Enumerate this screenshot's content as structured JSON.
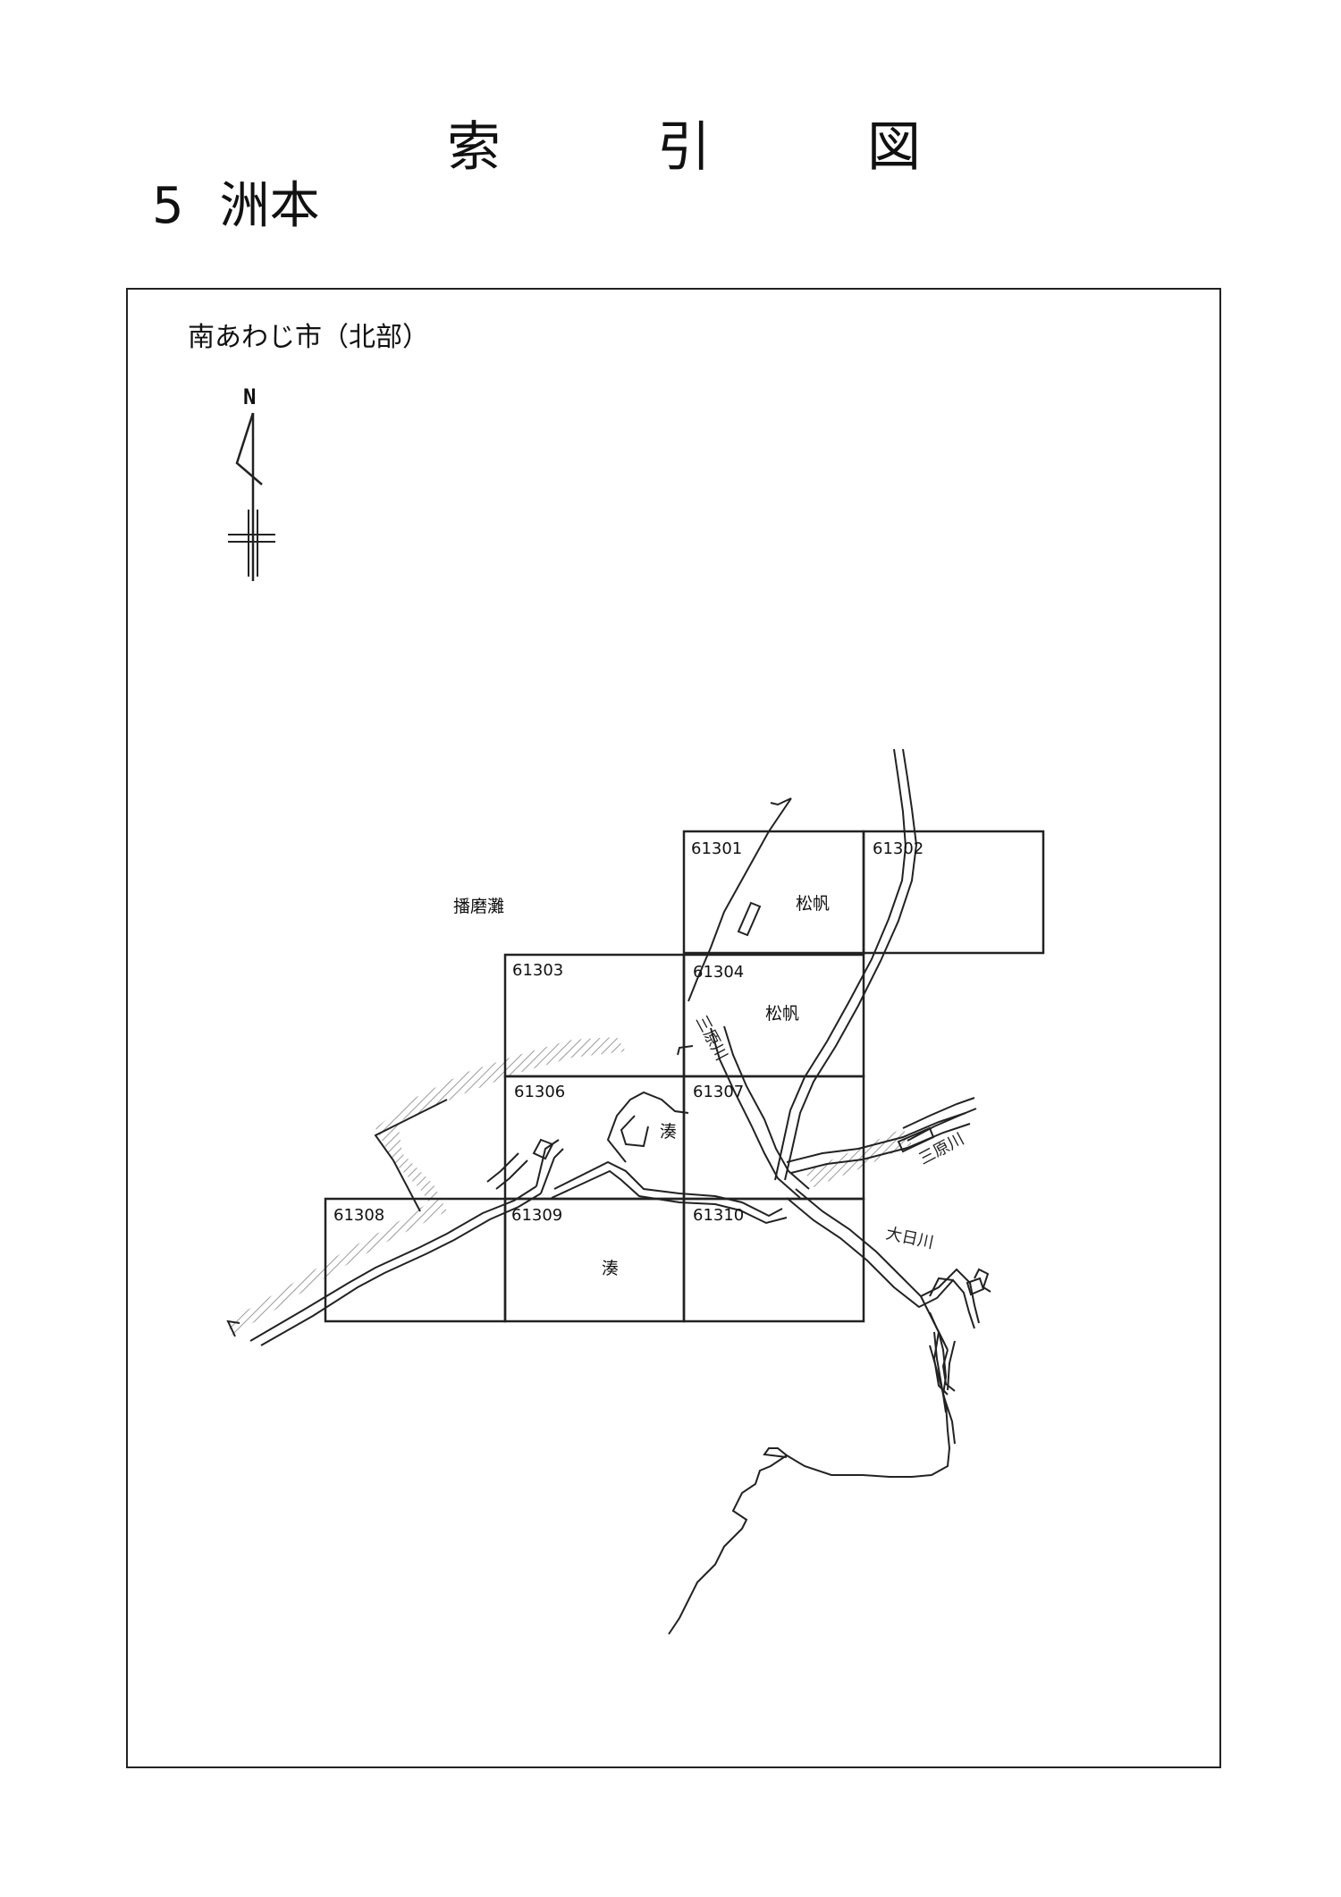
{
  "title": {
    "chars": [
      "索",
      "引",
      "図"
    ]
  },
  "section": {
    "number": "5",
    "name": "洲本"
  },
  "map": {
    "region_label": "南あわじ市（北部）",
    "north_label": "N",
    "sea_label": "播磨灘",
    "sheets": [
      "61301",
      "61302",
      "61303",
      "61304",
      "61306",
      "61307",
      "61308",
      "61309",
      "61310"
    ],
    "places": {
      "matsuho_1": "松帆",
      "matsuho_2": "松帆",
      "minato_1": "湊",
      "minato_2": "湊"
    },
    "rivers": {
      "mihara_west": "三原川",
      "mihara_east": "三原川",
      "ohi": "大日川"
    },
    "colors": {
      "line": "#222222",
      "coast_hatch": "#9a9a9a",
      "background": "#ffffff"
    }
  }
}
